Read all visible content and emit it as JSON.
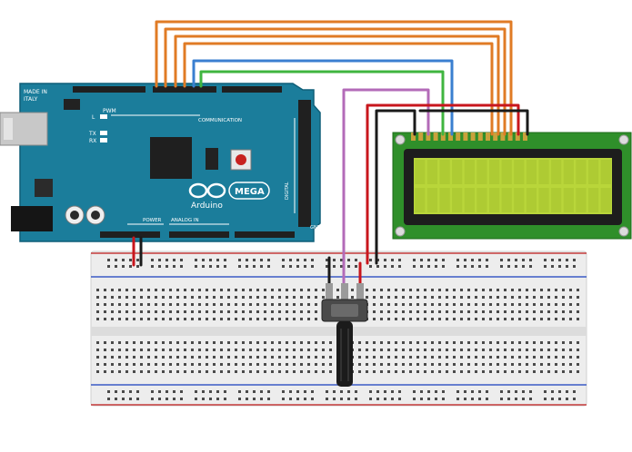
{
  "arduino": {
    "made_in_line1": "MADE IN",
    "made_in_line2": "ITALY",
    "pwm": "PWM",
    "communication": "COMMUNICATION",
    "led_l": "L",
    "led_tx": "TX",
    "led_rx": "RX",
    "brand": "Arduino",
    "model": "MEGA",
    "power": "POWER",
    "analog_in": "ANALOG IN",
    "digital": "DIGITAL",
    "gnd": "GND"
  },
  "colors": {
    "board": "#1b7d9b",
    "board_dark": "#0f5f78",
    "lcd_pcb": "#2f8f2a",
    "lcd_screen": "#b9d63a",
    "wire_orange": "#e07b25",
    "wire_blue": "#3a7fd0",
    "wire_green": "#3fb53f",
    "wire_purple": "#b36bb8",
    "wire_red": "#c8161d",
    "wire_black": "#1a1a1a",
    "breadboard": "#ececec"
  }
}
